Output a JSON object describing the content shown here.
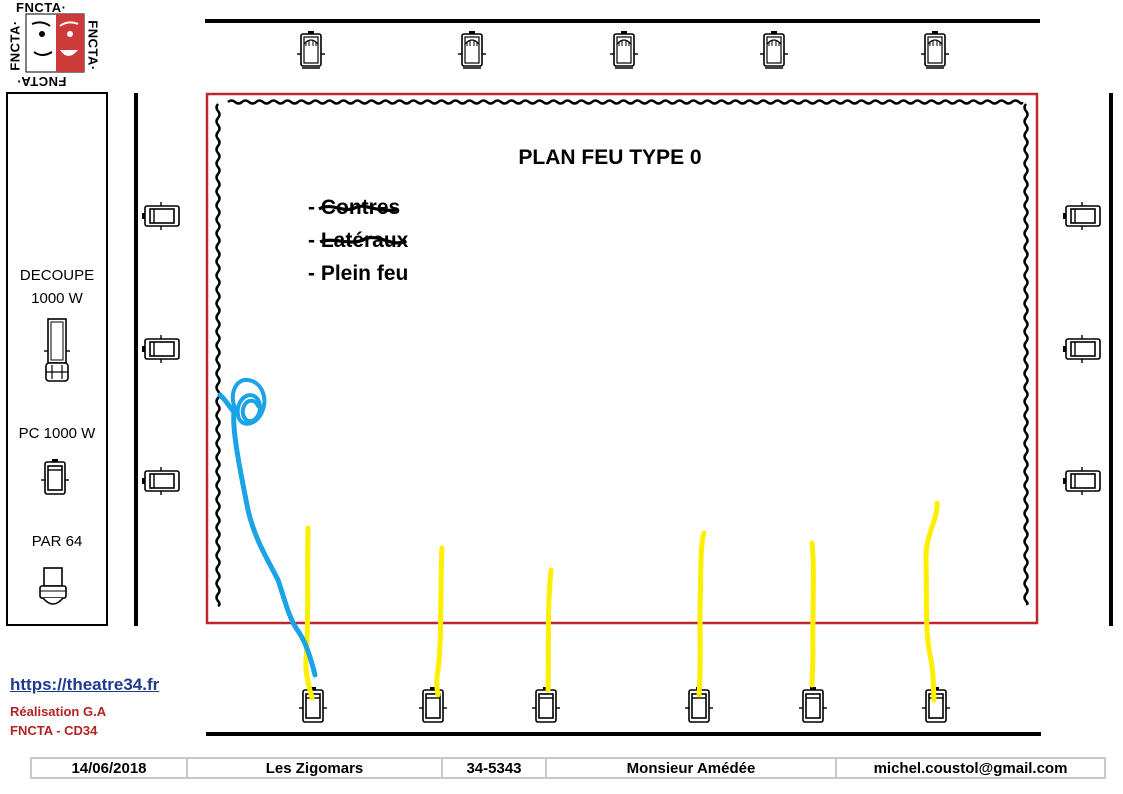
{
  "logo": {
    "text_top": "FNCTA·",
    "text_right": "FNCTA·",
    "text_bottom": "FNCTA·",
    "text_left": "FNCTA·"
  },
  "legend": {
    "decoupe_line1": "DECOUPE",
    "decoupe_line2": "1000 W",
    "pc_label": "PC 1000 W",
    "par_label": "PAR 64"
  },
  "stage": {
    "title": "PLAN FEU TYPE 0",
    "items": [
      {
        "label": "- Contres",
        "struck": true
      },
      {
        "label": "- Latéraux",
        "struck": true
      },
      {
        "label": "- Plein feu",
        "struck": false
      }
    ]
  },
  "footer": {
    "link": "https://theatre34.fr",
    "credit1": "Réalisation G.A",
    "credit2": "FNCTA - CD34"
  },
  "infobar": {
    "date": "14/06/2018",
    "company": "Les Zigomars",
    "code": "34-5343",
    "play": "Monsieur Amédée",
    "email": "michel.coustol@gmail.com"
  },
  "colors": {
    "stage_border": "#c0272d",
    "beam": "#ffee00",
    "cable": "#1aa3e6",
    "logo_red": "#cc3a3a",
    "link": "#1f3b8c",
    "credit": "#b22222"
  },
  "icons": {
    "top_row": "pc-projector-icon",
    "side_rows": "pc-projector-sideways-icon",
    "bottom_row": "pc-projector-icon"
  }
}
